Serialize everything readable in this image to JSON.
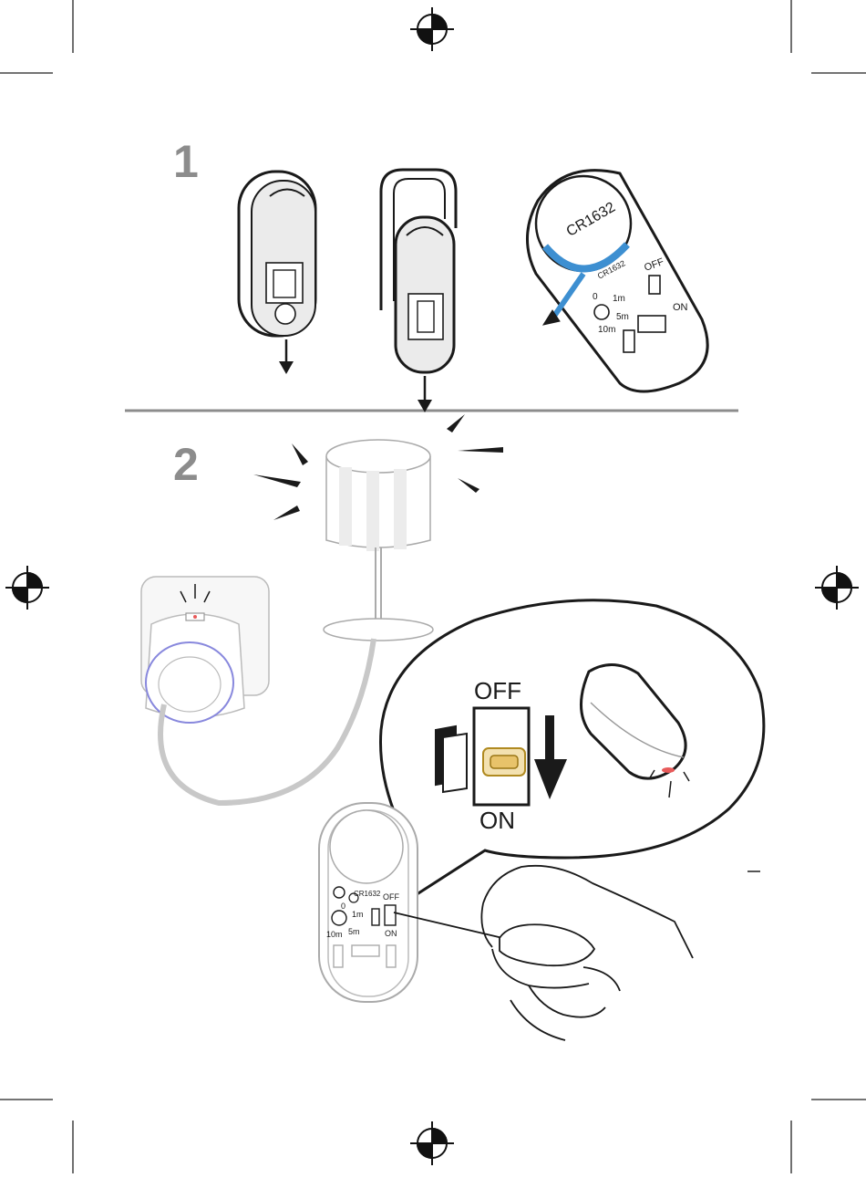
{
  "steps": {
    "step1": "1",
    "step2": "2"
  },
  "battery": {
    "model": "CR1632"
  },
  "timer": {
    "t0": "0",
    "t1": "1m",
    "t5": "5m",
    "t10": "10m"
  },
  "switch": {
    "off": "OFF",
    "on": "ON"
  },
  "callout": {
    "off": "OFF",
    "on": "ON"
  },
  "colors": {
    "battery_accent": "#3d8fd1",
    "switch_knob": "#e8c36a",
    "led": "#e85a5a",
    "divider": "#8c8c8c"
  }
}
